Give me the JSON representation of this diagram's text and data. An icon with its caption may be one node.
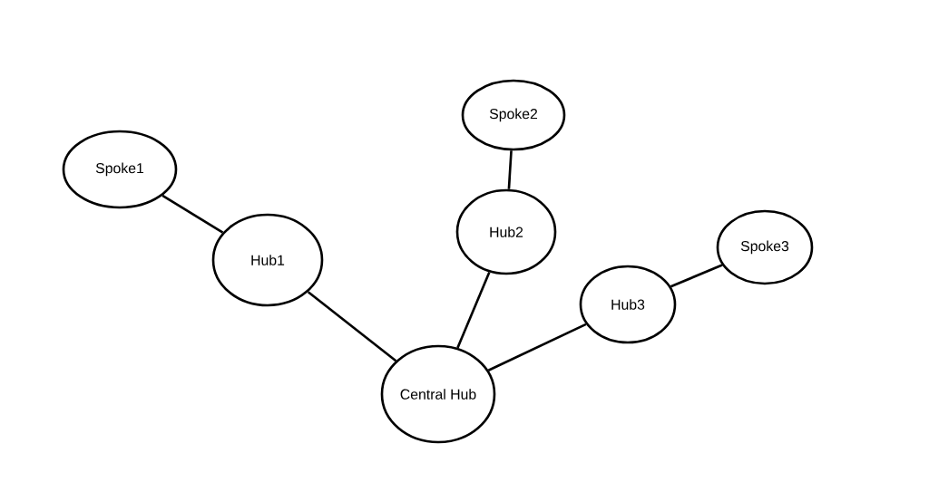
{
  "diagram": {
    "nodes": [
      {
        "text": [
          "Spoke1"
        ]
      },
      {
        "text": [
          "Hub1"
        ]
      },
      {
        "text": [
          "Spoke2"
        ]
      },
      {
        "text": [
          "Hub2"
        ]
      },
      {
        "text": [
          "Hub3"
        ]
      },
      {
        "text": [
          "Spoke3"
        ]
      },
      {
        "text": [
          "Central Hub"
        ]
      }
    ],
    "edges": [
      {
        "from": 0,
        "to": 1,
        "arrow": "none"
      },
      {
        "from": 2,
        "to": 3,
        "arrow": "none"
      },
      {
        "from": 4,
        "to": 5,
        "arrow": "none"
      },
      {
        "from": 1,
        "to": 6,
        "arrow": "none"
      },
      {
        "from": 3,
        "to": 6,
        "arrow": "none"
      },
      {
        "from": 4,
        "to": 6,
        "arrow": "none"
      }
    ]
  }
}
